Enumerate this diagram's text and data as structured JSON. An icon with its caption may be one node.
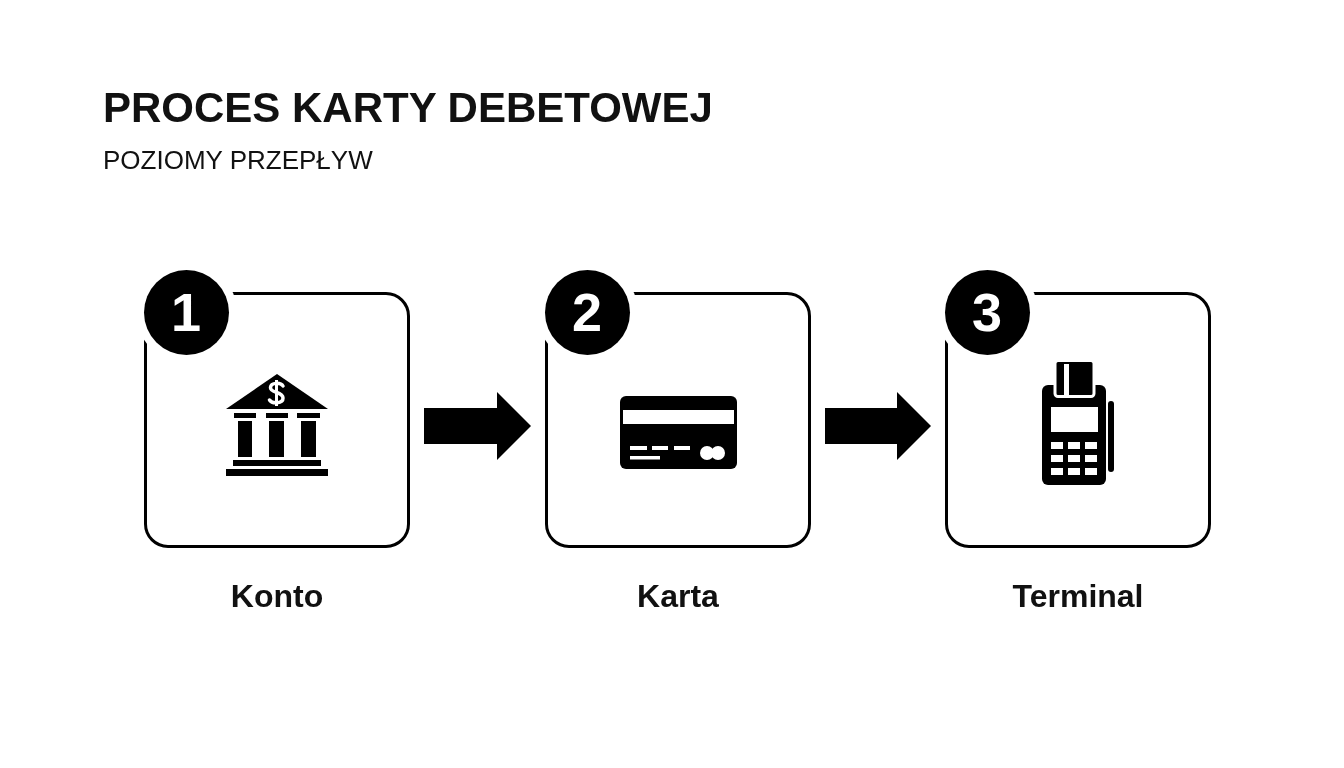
{
  "diagram": {
    "title": "PROCES KARTY DEBETOWEJ",
    "nodes": [
      {
        "text": [
          "1"
        ]
      },
      {
        "text": [
          "Konto"
        ]
      },
      {
        "text": [
          "2"
        ]
      },
      {
        "text": [
          "Karta"
        ]
      },
      {
        "text": [
          "3"
        ]
      },
      {
        "text": [
          "Terminal"
        ]
      }
    ],
    "edges": [
      {
        "from": 1,
        "to": 3,
        "arrow": "to"
      },
      {
        "from": 3,
        "to": 5,
        "arrow": "to"
      }
    ],
    "labels": [
      "POZIOMY PRZEPŁYW"
    ]
  }
}
